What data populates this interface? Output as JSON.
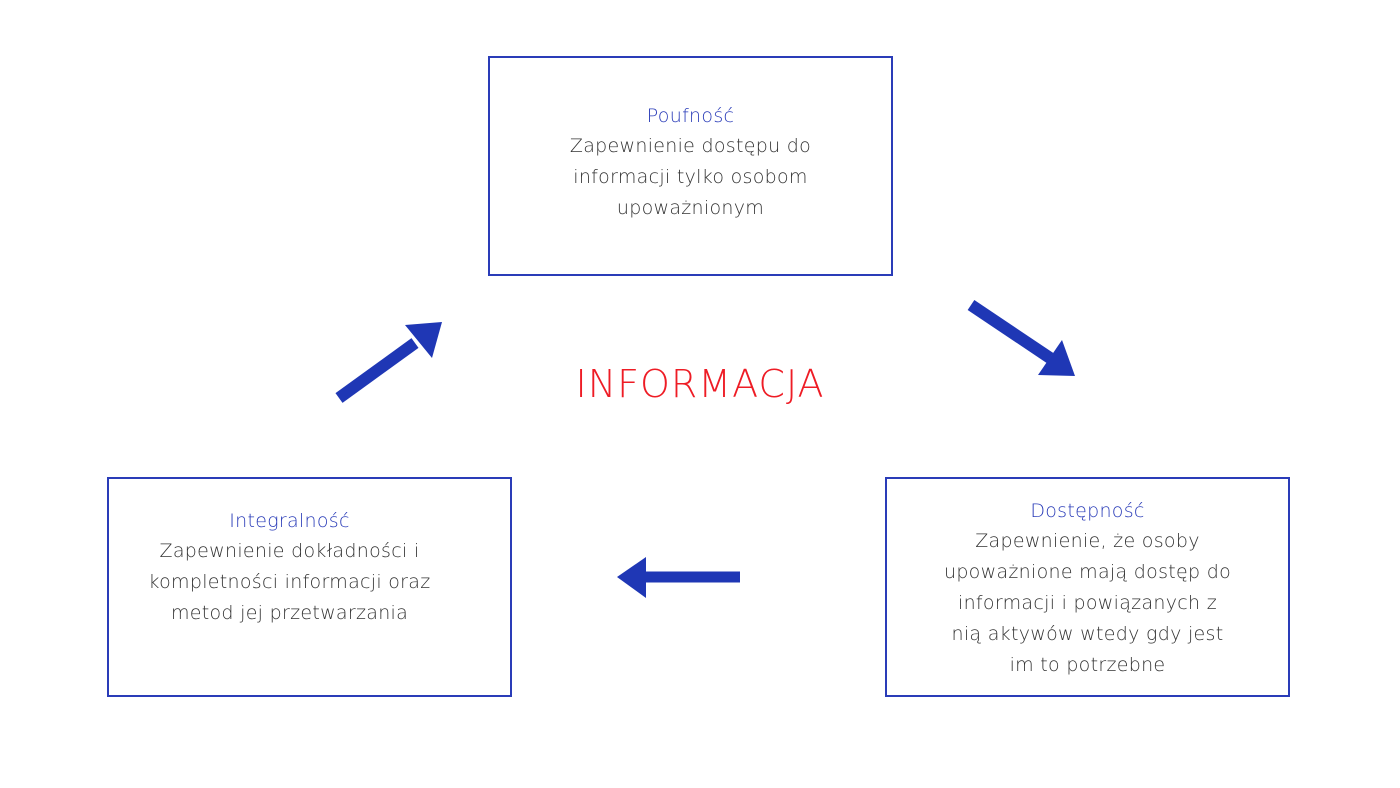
{
  "diagram": {
    "center_label": "INFORMACJA",
    "colors": {
      "accent": "#2a3cb8",
      "center": "#ee1c25",
      "text": "#333333"
    },
    "nodes": [
      {
        "id": "top",
        "title": "Poufność",
        "description": "Zapewnienie dostępu do\ninformacji tylko osobom\nupoważnionym"
      },
      {
        "id": "right",
        "title": "Dostępność",
        "description": "Zapewnienie, że osoby\nupoważnione mają dostęp do\ninformacji i powiązanych z\nnią aktywów wtedy gdy jest\nim to potrzebne"
      },
      {
        "id": "left",
        "title": "Integralność",
        "description": "Zapewnienie dokładności i\nkompletności informacji oraz\nmetod jej przetwarzania"
      }
    ],
    "arrows": [
      {
        "from": "left",
        "to": "top",
        "icon": "arrow-up-right-icon"
      },
      {
        "from": "top",
        "to": "right",
        "icon": "arrow-down-right-icon"
      },
      {
        "from": "right",
        "to": "left",
        "icon": "arrow-left-icon"
      }
    ]
  }
}
